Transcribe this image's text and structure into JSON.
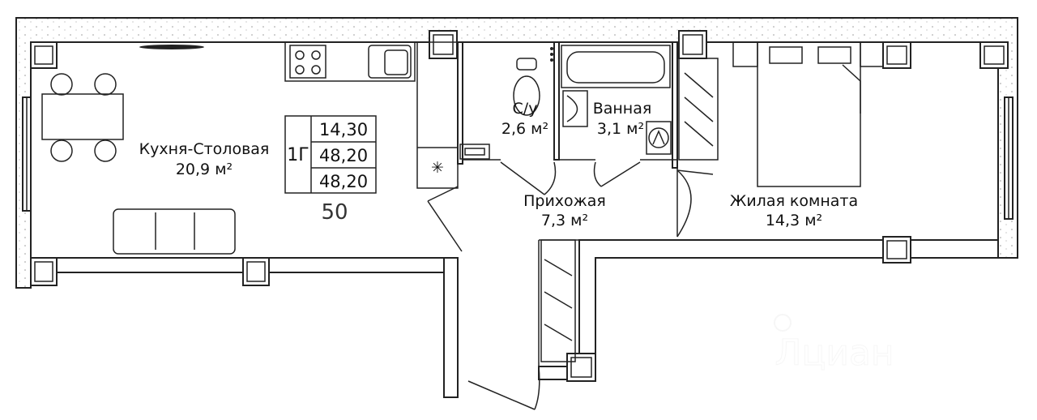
{
  "rooms": {
    "kitchen": {
      "name": "Кухня-Столовая",
      "area": "20,9 м²"
    },
    "wc": {
      "name": "С/у",
      "area": "2,6 м²"
    },
    "bath": {
      "name": "Ванная",
      "area": "3,1 м²"
    },
    "hall": {
      "name": "Прихожая",
      "area": "7,3 м²"
    },
    "living": {
      "name": "Жилая комната",
      "area": "14,3 м²"
    }
  },
  "apartment_table": {
    "type": "1Г",
    "living_area": "14,30",
    "total_area": "48,20",
    "total_area_2": "48,20"
  },
  "apartment_number": "50",
  "watermark": "циан",
  "colors": {
    "line": "#222222",
    "hatch": "#bbbbbb"
  }
}
